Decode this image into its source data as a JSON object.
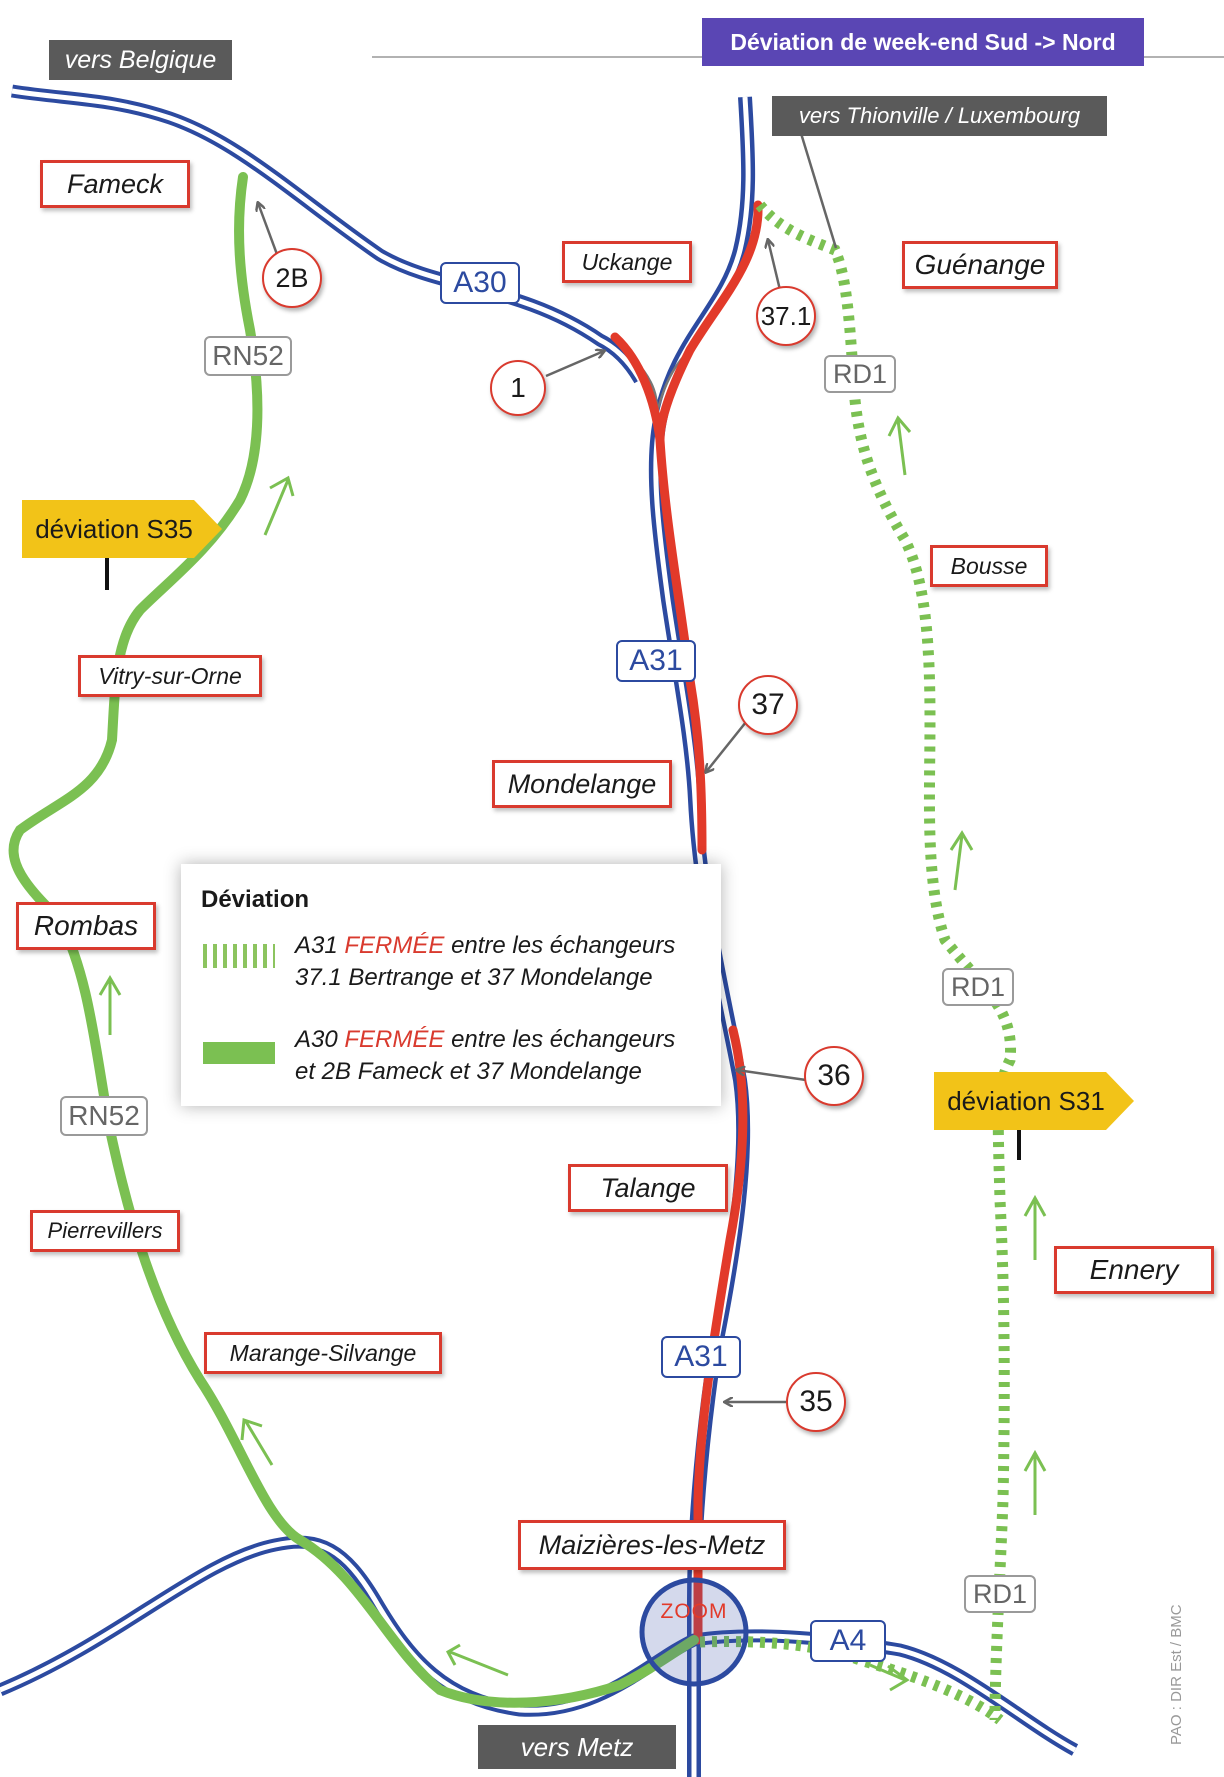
{
  "banner": "Déviation de week-end Sud -> Nord",
  "directions": {
    "belgique": "vers Belgique",
    "thionville": "vers Thionville / Luxembourg",
    "metz": "vers Metz"
  },
  "towns": {
    "fameck": "Fameck",
    "uckange": "Uckange",
    "guenange": "Guénange",
    "bousse": "Bousse",
    "vitry": "Vitry-sur-Orne",
    "mondelange": "Mondelange",
    "rombas": "Rombas",
    "talange": "Talange",
    "ennery": "Ennery",
    "pierrevillers": "Pierrevillers",
    "marange": "Marange-Silvange",
    "maizieres": "Maizières-les-Metz"
  },
  "roads": {
    "a30": "A30",
    "a31_north": "A31",
    "a31_south": "A31",
    "a4": "A4",
    "rn52_north": "RN52",
    "rn52_south": "RN52",
    "rd1_a": "RD1",
    "rd1_b": "RD1",
    "rd1_c": "RD1"
  },
  "exits": {
    "e2b": "2B",
    "e1": "1",
    "e371": "37.1",
    "e37": "37",
    "e36": "36",
    "e35": "35"
  },
  "signs": {
    "s35": "déviation S35",
    "s31": "déviation S31"
  },
  "zoom": "ZOOM",
  "legend": {
    "title": "Déviation",
    "item1_road": "A31",
    "item1_closed": "FERMÉE",
    "item1_rest": "entre les échangeurs",
    "item1_line2": "37.1 Bertrange et 37 Mondelange",
    "item2_road": "A30",
    "item2_closed": "FERMÉE",
    "item2_rest": "entre les échangeurs",
    "item2_line2": "et 2B Fameck et 37 Mondelange"
  },
  "credit": "PAO : DIR Est / BMC",
  "colors": {
    "motorway": "#2c4aa0",
    "closed": "#e23a2a",
    "deviation": "#7bc052",
    "sign": "#f2c318",
    "banner": "#5a46b4"
  }
}
